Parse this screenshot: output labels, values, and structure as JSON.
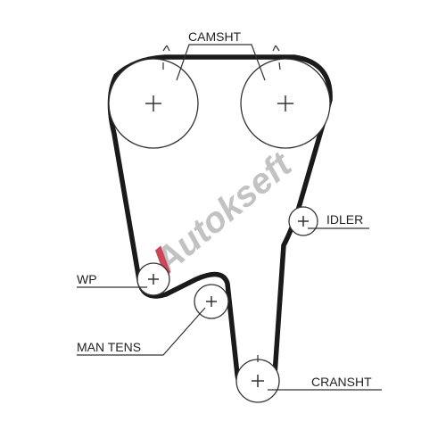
{
  "labels": {
    "camshaft": "CAMSHT",
    "idler": "IDLER",
    "water_pump": "WP",
    "manual_tensioner": "MAN TENS",
    "crankshaft": "CRANSHT"
  },
  "watermark": {
    "text": "Autokseft",
    "colors": {
      "accent": "#c0283a",
      "main": "#b8b8b8"
    }
  },
  "colors": {
    "belt": "#1a1a1a",
    "line": "#333333",
    "background": "#ffffff"
  }
}
